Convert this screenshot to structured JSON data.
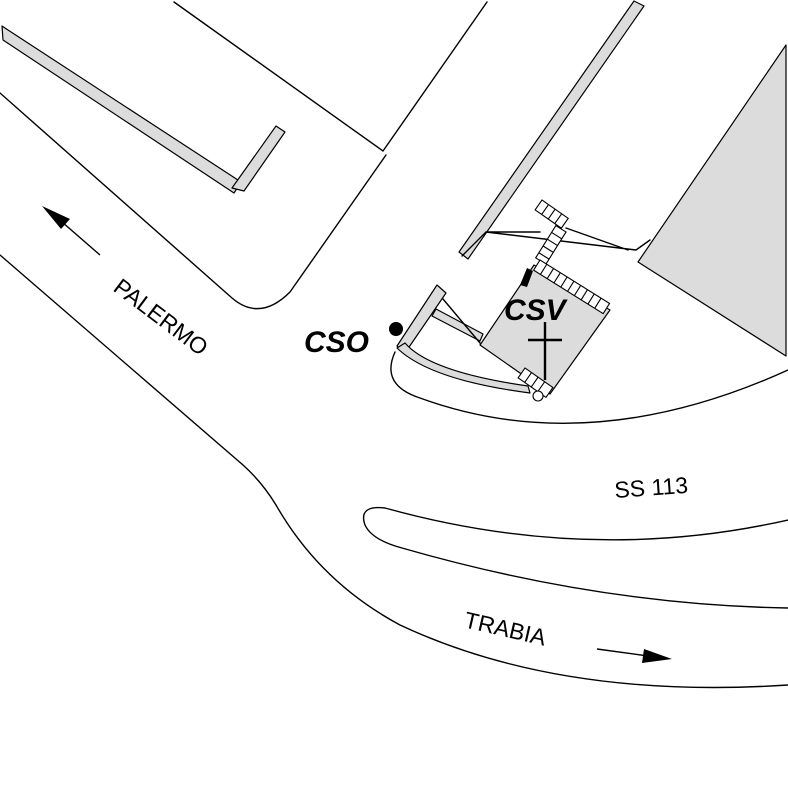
{
  "map": {
    "roads": {
      "palermo": "PALERMO",
      "trabia": "TRABIA",
      "ss113": "SS 113"
    },
    "sites": {
      "cso": "CSO",
      "csv": "CSV"
    },
    "colors": {
      "building_fill": "#dcdcdc",
      "ink": "#000000",
      "background": "#ffffff"
    },
    "icons": {
      "cso_marker": "filled-dot",
      "csv_marker": "latin-cross",
      "direction_arrows": "filled-arrowhead"
    }
  }
}
